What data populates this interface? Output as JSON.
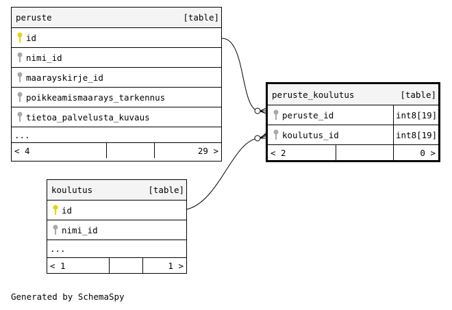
{
  "tables": {
    "peruste": {
      "name": "peruste",
      "kind": "[table]",
      "columns": [
        {
          "name": "id",
          "key": "primary"
        },
        {
          "name": "nimi_id",
          "key": "foreign"
        },
        {
          "name": "maarayskirje_id",
          "key": "foreign"
        },
        {
          "name": "poikkeamismaarays_tarkennus",
          "key": "foreign"
        },
        {
          "name": "tietoa_palvelusta_kuvaus",
          "key": "foreign"
        }
      ],
      "more": "...",
      "footer": {
        "left": "< 4",
        "right": "29 >"
      }
    },
    "koulutus": {
      "name": "koulutus",
      "kind": "[table]",
      "columns": [
        {
          "name": "id",
          "key": "primary"
        },
        {
          "name": "nimi_id",
          "key": "foreign"
        }
      ],
      "more": "...",
      "footer": {
        "left": "< 1",
        "right": "1 >"
      }
    },
    "peruste_koulutus": {
      "name": "peruste_koulutus",
      "kind": "[table]",
      "columns": [
        {
          "name": "peruste_id",
          "key": "foreign",
          "type": "int8[19]"
        },
        {
          "name": "koulutus_id",
          "key": "foreign",
          "type": "int8[19]"
        }
      ],
      "footer": {
        "left": "< 2",
        "right": "0 >"
      }
    }
  },
  "relationships": [
    {
      "from": "peruste.id",
      "to": "peruste_koulutus.peruste_id"
    },
    {
      "from": "koulutus.id",
      "to": "peruste_koulutus.koulutus_id"
    }
  ],
  "colors": {
    "primary_key": "#e8d200",
    "foreign_key": "#a8a8a8",
    "header_bg": "#f4f4f4"
  },
  "credit": "Generated by SchemaSpy"
}
